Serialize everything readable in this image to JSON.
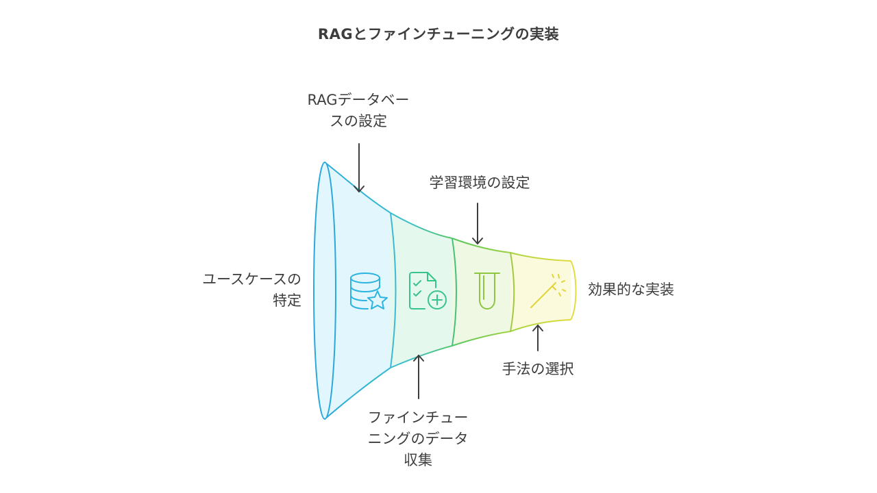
{
  "title": "RAGとファインチューニングの実装",
  "stages": [
    {
      "name": "db-star",
      "color": "#2bb4e0",
      "fill": "#e2f6fd"
    },
    {
      "name": "document-plus",
      "color": "#37c48a",
      "fill": "#e4f8ee"
    },
    {
      "name": "test-tube",
      "color": "#8cc63f",
      "fill": "#eff8e2"
    },
    {
      "name": "magic-wand",
      "color": "#e5dc3f",
      "fill": "#fcfadc"
    }
  ],
  "labels": {
    "rag_db": [
      "RAGデータベー",
      "スの設定"
    ],
    "training_env": "学習環境の設定",
    "use_case": [
      "ユースケースの",
      "特定"
    ],
    "effective_impl": "効果的な実装",
    "method_select": "手法の選択",
    "ft_data": [
      "ファインチュー",
      "ニングのデータ",
      "収集"
    ]
  },
  "colors": {
    "text": "#3d3d3d",
    "arrow": "#3d3d3d",
    "mouth_stroke": "#2aa8de",
    "mouth_fill": "#e2f6fd"
  }
}
